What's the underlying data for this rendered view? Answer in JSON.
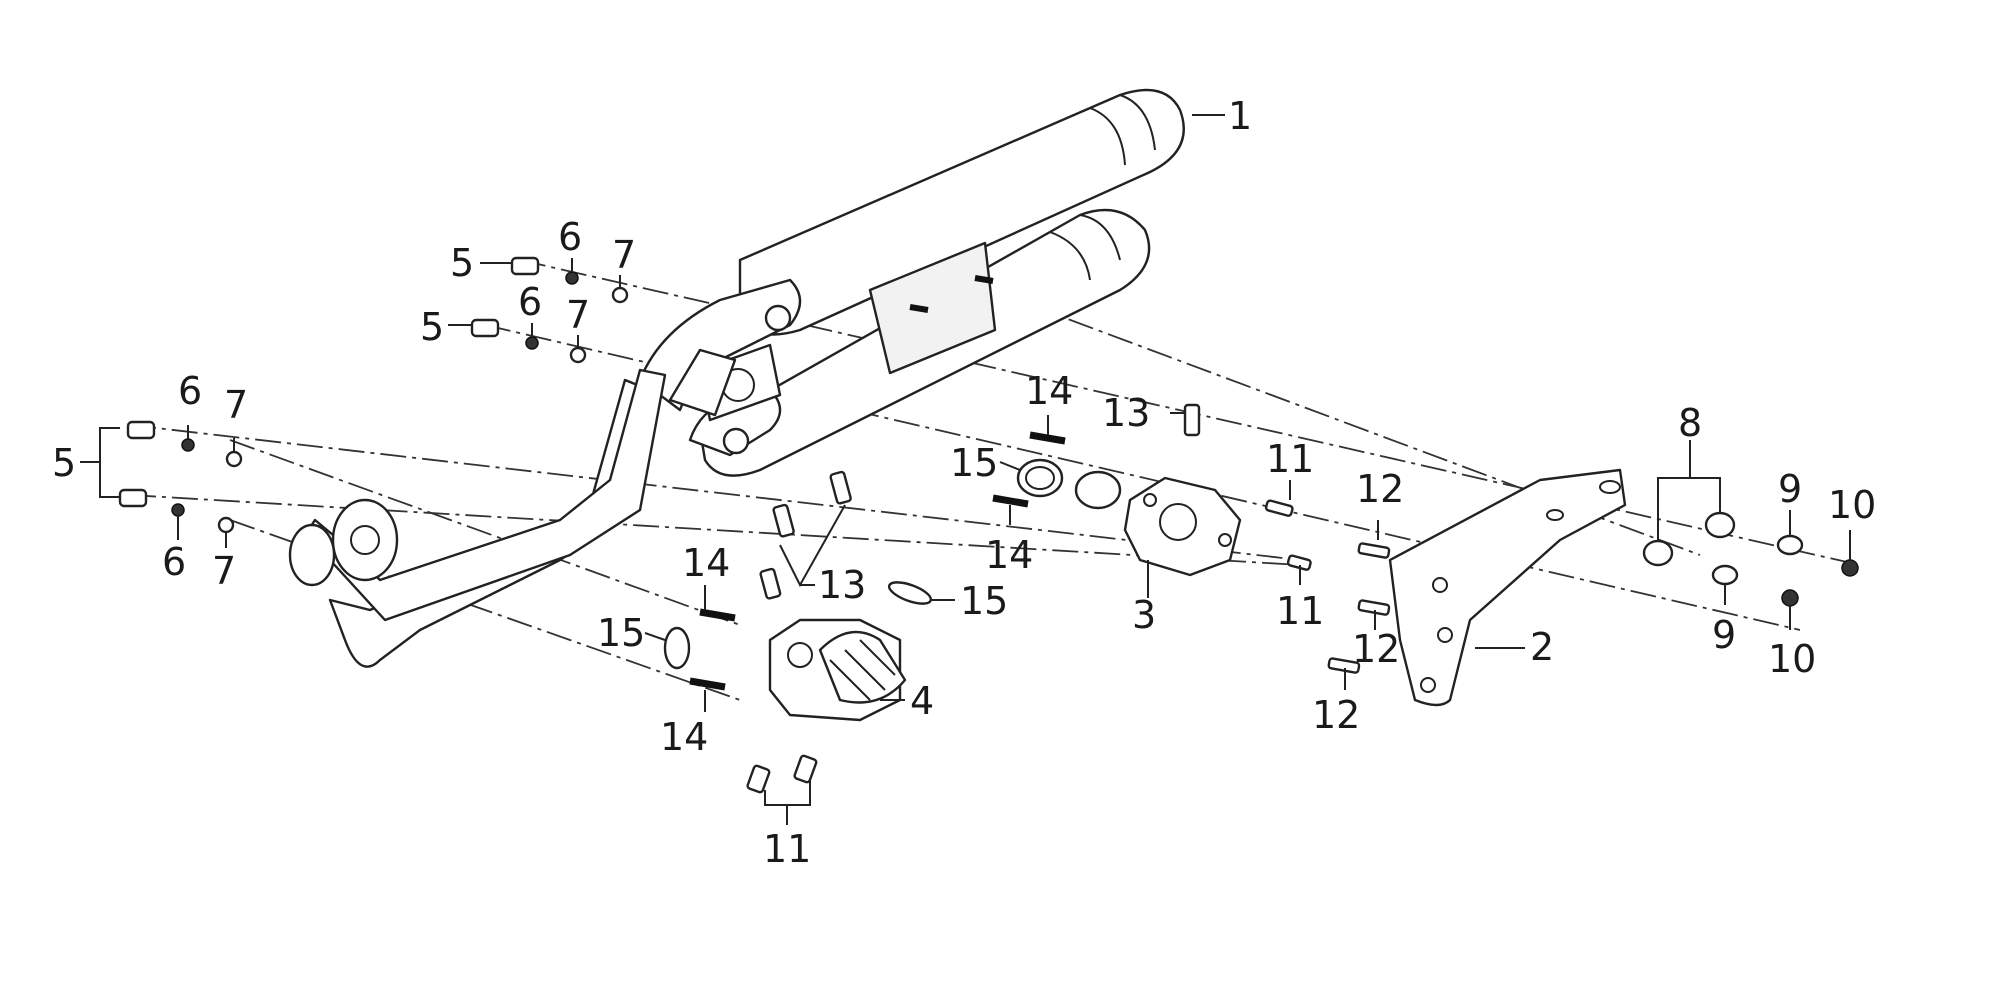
{
  "callouts": {
    "c1": "1",
    "c2": "2",
    "c3": "3",
    "c4": "4",
    "c5a": "5",
    "c5b": "5",
    "c5c": "5",
    "c6a": "6",
    "c6b": "6",
    "c6c": "6",
    "c6d": "6",
    "c7a": "7",
    "c7b": "7",
    "c7c": "7",
    "c7d": "7",
    "c8": "8",
    "c9a": "9",
    "c9b": "9",
    "c10a": "10",
    "c10b": "10",
    "c11a": "11",
    "c11b": "11",
    "c11c": "11",
    "c12a": "12",
    "c12b": "12",
    "c12c": "12",
    "c13a": "13",
    "c13b": "13",
    "c14a": "14",
    "c14b": "14",
    "c14c": "14",
    "c14d": "14",
    "c15a": "15",
    "c15b": "15",
    "c15c": "15"
  }
}
